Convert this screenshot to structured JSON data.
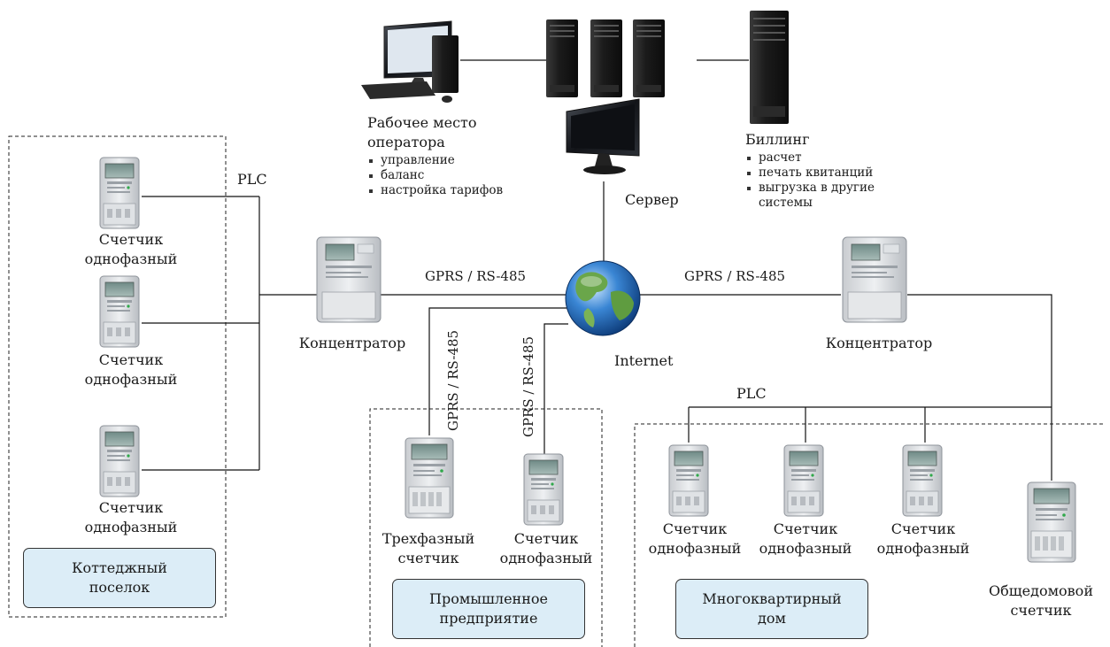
{
  "workstation": {
    "title_line1": "Рабочее место",
    "title_line2": "оператора",
    "items": [
      "управление",
      "баланс",
      "настройка тарифов"
    ]
  },
  "server_label": "Сервер",
  "billing": {
    "title": "Биллинг",
    "items": [
      "расчет",
      "печать квитанций",
      "выгрузка в другие"
    ],
    "item_continuation": "системы"
  },
  "internet_label": "Internet",
  "links": {
    "plc": "PLC",
    "gprs": "GPRS / RS-485"
  },
  "concentrator_label": "Концентратор",
  "meter_single_line1": "Счетчик",
  "meter_single_line2": "однофазный",
  "meter_three_line1": "Трехфазный",
  "meter_three_line2": "счетчик",
  "meter_common_line1": "Общедомовой",
  "meter_common_line2": "счетчик",
  "zones": {
    "cottage_line1": "Коттеджный",
    "cottage_line2": "поселок",
    "industrial_line1": "Промышленное",
    "industrial_line2": "предприятие",
    "apartment_line1": "Многоквартирный",
    "apartment_line2": "дом"
  }
}
